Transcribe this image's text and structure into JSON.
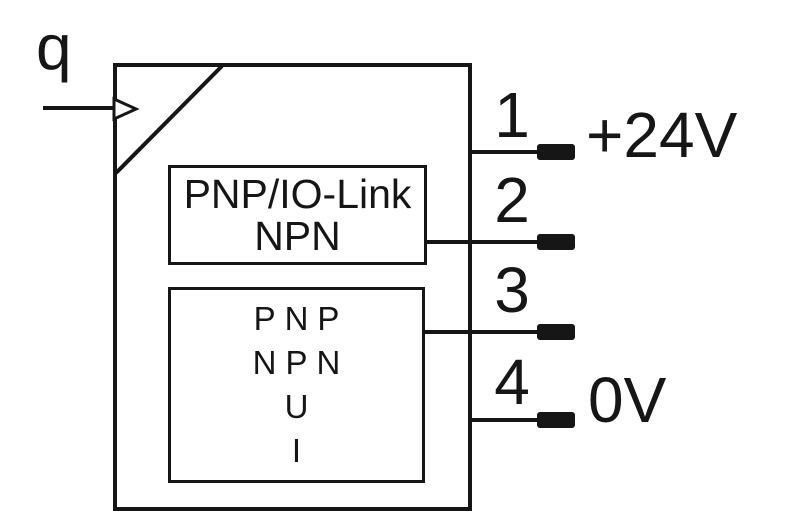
{
  "diagram": {
    "title_hint": "sensor-pin-allocation-circuit",
    "colors": {
      "line": "#161616",
      "background": "#ffffff"
    },
    "input": {
      "label": "q"
    },
    "switching_output_box": {
      "line1": "PNP/IO-Link",
      "line2": "NPN"
    },
    "analog_output_box": {
      "line1": "PNP",
      "line2": "NPN",
      "line3": "U",
      "line4": "I"
    },
    "pins": [
      {
        "number": "1",
        "label": "+24V"
      },
      {
        "number": "2",
        "label": ""
      },
      {
        "number": "3",
        "label": ""
      },
      {
        "number": "4",
        "label": "0V"
      }
    ]
  }
}
